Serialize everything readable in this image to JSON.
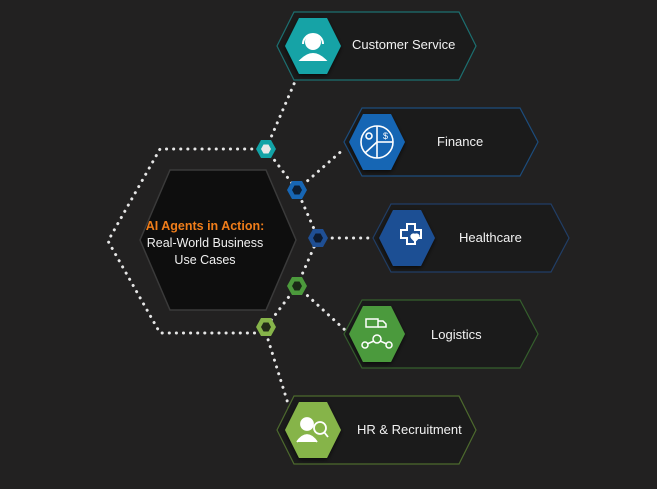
{
  "center": {
    "title": "AI Agents in Action:",
    "subtitle_line1": "Real-World Business",
    "subtitle_line2": "Use Cases"
  },
  "items": [
    {
      "label": "Customer Service",
      "color": "#12a3a6",
      "icon": "headset-agent-icon"
    },
    {
      "label": "Finance",
      "color": "#1766b4",
      "icon": "pie-chart-finance-icon"
    },
    {
      "label": "Healthcare",
      "color": "#1f4f94",
      "icon": "medical-cross-heart-icon"
    },
    {
      "label": "Logistics",
      "color": "#4c9a3c",
      "icon": "delivery-truck-network-icon"
    },
    {
      "label": "HR & Recruitment",
      "color": "#86b44a",
      "icon": "user-search-icon"
    }
  ],
  "connector_colors": [
    "#12a3a6",
    "#1766b4",
    "#1f4f94",
    "#4c9a3c",
    "#86b44a"
  ]
}
